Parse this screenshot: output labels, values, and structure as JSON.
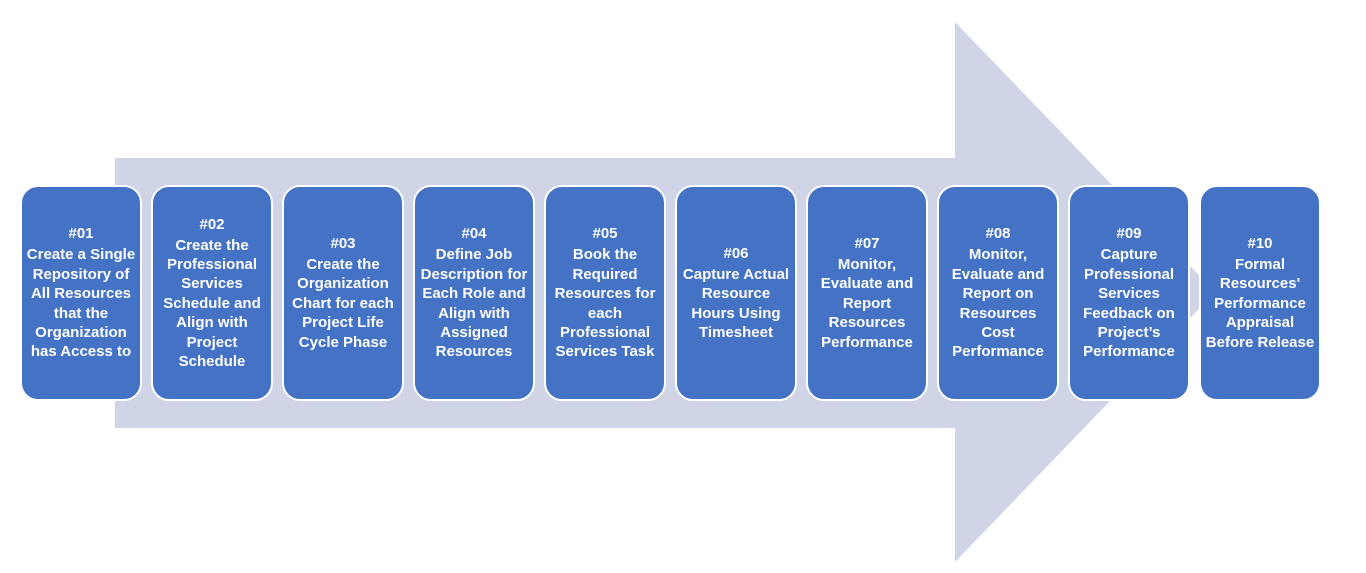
{
  "colors": {
    "arrow_fill": "#cfd5e7",
    "box_fill": "#4472c4",
    "box_border": "#ffffff",
    "text": "#ffffff"
  },
  "steps": [
    {
      "number": "#01",
      "text": "Create a Single Repository of All Resources that the Organization has Access to"
    },
    {
      "number": "#02",
      "text": "Create the Professional Services Schedule and Align with Project Schedule"
    },
    {
      "number": "#03",
      "text": "Create the Organization Chart for each Project Life Cycle Phase"
    },
    {
      "number": "#04",
      "text": "Define Job Description for Each Role and Align with Assigned Resources"
    },
    {
      "number": "#05",
      "text": "Book the Required Resources for each Professional Services Task"
    },
    {
      "number": "#06",
      "text": "Capture Actual Resource Hours Using Timesheet"
    },
    {
      "number": "#07",
      "text": "Monitor, Evaluate and Report Resources Performance"
    },
    {
      "number": "#08",
      "text": "Monitor, Evaluate and Report on Resources Cost Performance"
    },
    {
      "number": "#09",
      "text": "Capture Professional Services Feedback on Project’s Performance"
    },
    {
      "number": "#10",
      "text": "Formal Resources' Performance Appraisal Before Release"
    }
  ]
}
